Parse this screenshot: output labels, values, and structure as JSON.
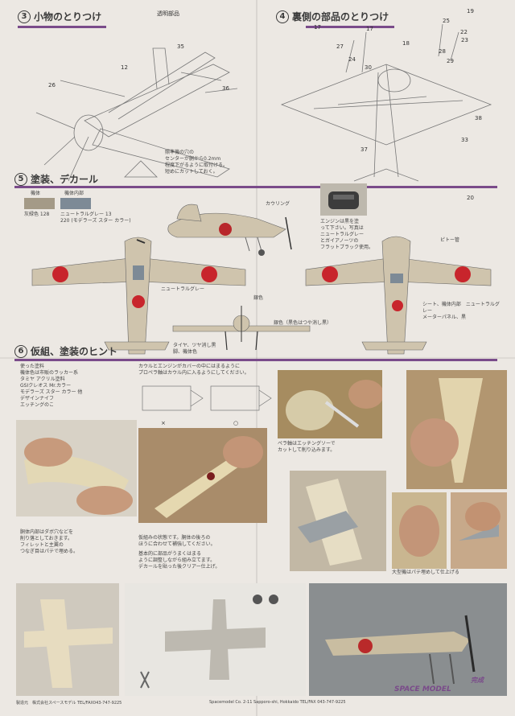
{
  "sections": {
    "s3": {
      "num": "3",
      "title": "小物のとりつけ"
    },
    "s4": {
      "num": "4",
      "title": "裏側の部品のとりつけ"
    },
    "s5": {
      "num": "5",
      "title": "塗装、デカール"
    },
    "s6": {
      "num": "6",
      "title": "仮組、塗装のヒント"
    }
  },
  "parts_s3": {
    "label_clear": "透明部品",
    "n35": "35",
    "n26": "26",
    "n36": "36",
    "n12": "12",
    "note": "照準機の穴の\nセンターが胴から0.2mm\n程度下がるように取付ける。\n短めにカットしておく。"
  },
  "parts_s4": {
    "n17a": "17",
    "n17b": "17",
    "n18": "18",
    "n25": "25",
    "n27": "27",
    "n24": "24",
    "n30": "30",
    "n28": "28",
    "n29": "29",
    "n22": "22",
    "n23": "23",
    "n19": "19",
    "n37": "37",
    "n33": "33",
    "n38": "38",
    "n20": "20"
  },
  "painting": {
    "swatch1_label": "機体",
    "swatch2_label": "機体内部",
    "color1_name": "灰緑色 128",
    "color2_name": "ニュートラルグレー 13\n220 (モデラーズ スター カラー)",
    "c1": "#a49a87",
    "c2": "#7d8a96",
    "label_engine": "エンジンは黒を塗\nって下さい。写真は\nニュートラルグレー\nとガイアノーツの\nフラットブラック使用。",
    "label_cowling": "カウリング",
    "label_grey": "ニュートラルグレー",
    "label_silver": "銀色",
    "label_pitot": "ピトー管",
    "label_tire": "タイヤ、ツヤ消し黒\n脚、機体色",
    "label_silver2": "銀色（黒色はつや消し黒）",
    "label_seat": "シート、機体内部　ニュートラルグレー\nメーターパネル、黒"
  },
  "hints": {
    "text1": "使った塗料\n機体色は市販のラッカー系\nタミヤ アクリル塗料\nGSIクレオス Mr.カラー\nモデラーズ スター カラー 他\nデザインナイフ\nエッチングのこ",
    "text2": "カウルとエンジンがカバーの中にはまるように\nプロペラ軸はカウル内に入るようにしてください。",
    "text3": "ペラ軸はエッチングソーで\nカットして削り込みます。",
    "text4": "胴体内部はダボ穴などを\n削り落としておきます。\nフィレットと主翼の\nつなぎ目はパテで埋める。",
    "text5": "仮組みの状態です。胴体の後ろの\nほうに合わせて補強してください。",
    "text6": "基本的に部品がうまくはまる\nように調整しながら組み立てます。\nデカールを貼った後クリアー仕上げ。",
    "text7": "大型機はパテ埋めして仕上げる",
    "mark_x": "×",
    "mark_o": "○"
  },
  "footer": {
    "left": "製造元　株式会社スペースモデル TEL/FAX043-747-9225",
    "right": "Spacemodel Co. 2-11 Sapporo-shi, Hokkaido TEL/FAX 043-747-9225",
    "logo": "SPACE MODEL",
    "brand": "完成"
  }
}
